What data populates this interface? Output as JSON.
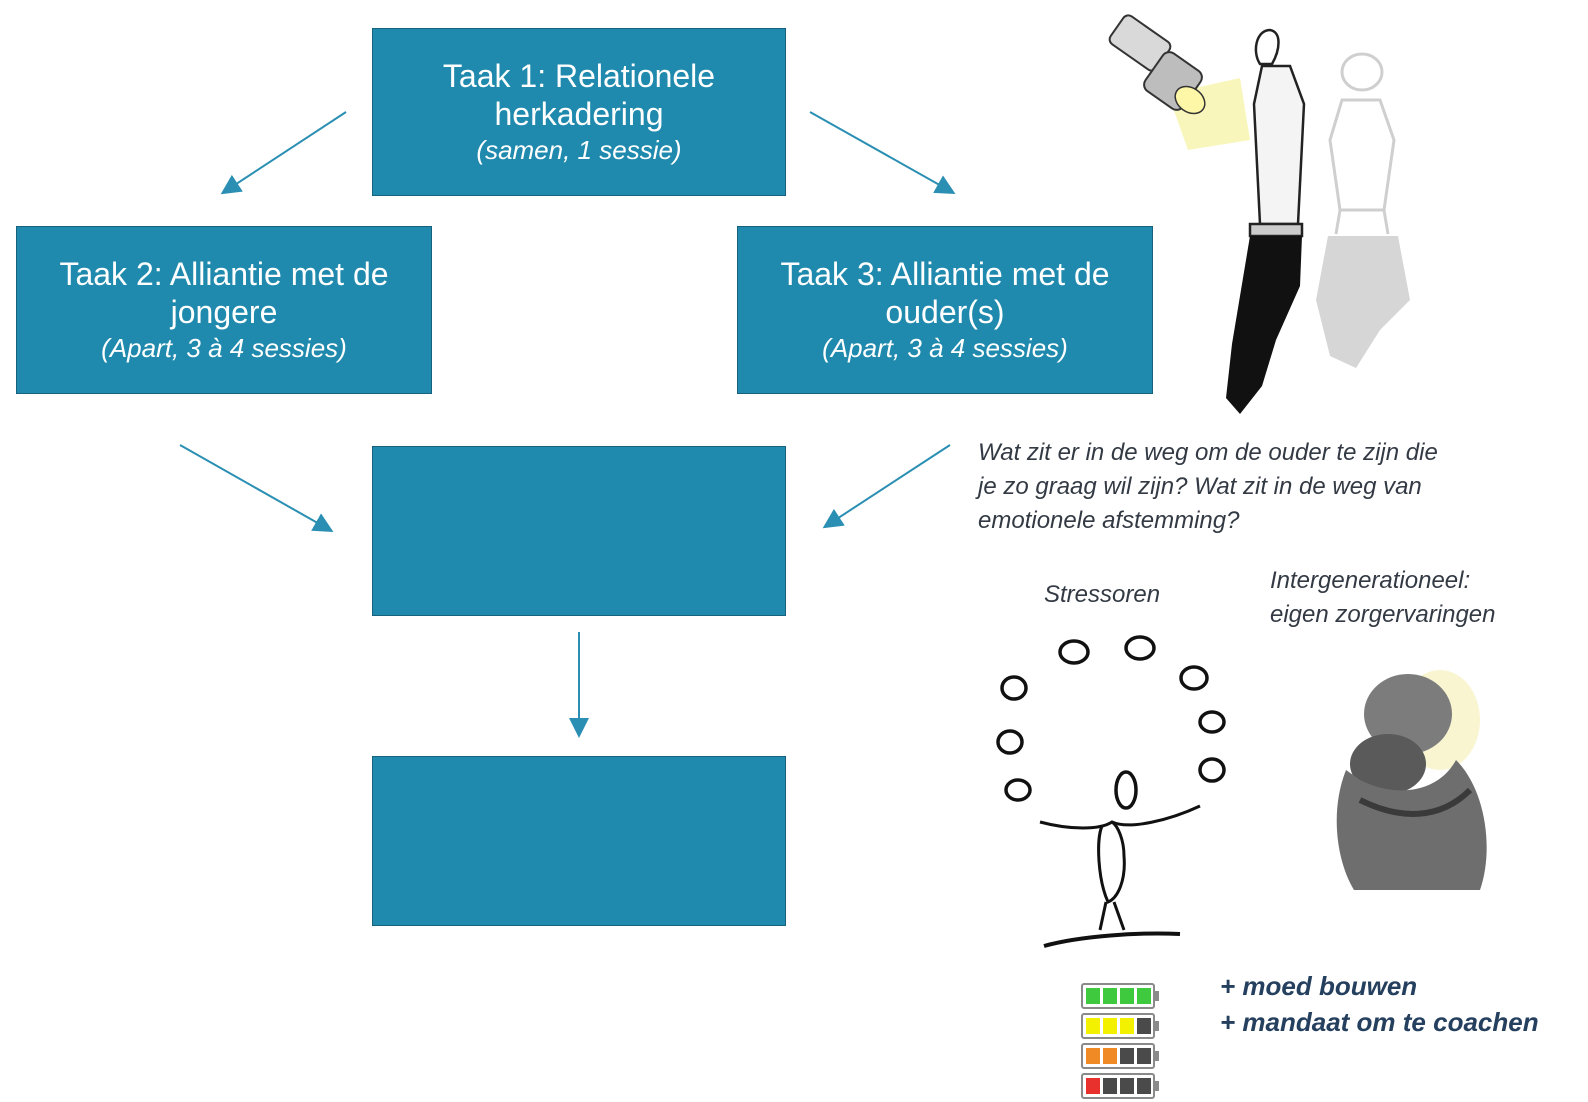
{
  "diagram": {
    "task1": {
      "title": "Taak 1: Relationele herkadering",
      "subtitle": "(samen, 1 sessie)"
    },
    "task2": {
      "title": "Taak 2: Alliantie met de jongere",
      "subtitle": "(Apart, 3 à 4 sessies)"
    },
    "task3": {
      "title": "Taak 3: Alliantie met de ouder(s)",
      "subtitle": "(Apart, 3 à 4 sessies)"
    },
    "question": "Wat zit er in de weg om de ouder te zijn die je zo graag wil zijn? Wat zit in de weg van emotionele afstemming?",
    "stressors": "Stressoren",
    "intergen_line1": "Intergenerationeel:",
    "intergen_line2": "eigen zorgervaringen",
    "boost1": "+ moed bouwen",
    "boost2": "+ mandaat om te coachen"
  },
  "colors": {
    "box": "#1f8aad",
    "arrow": "#2a8fb3",
    "battery": [
      "#3ec93e",
      "#f3f000",
      "#f08a24",
      "#e8302c"
    ]
  },
  "battery_levels": [
    4,
    3,
    2,
    1
  ]
}
